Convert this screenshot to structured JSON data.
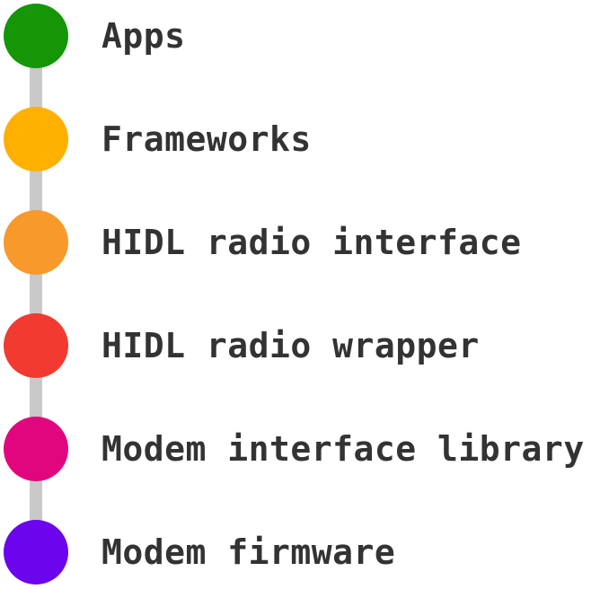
{
  "diagram": {
    "background_color": "#FFFFFF",
    "connector_color": "#C9C9C9",
    "text_color": "#333333"
  },
  "layers": [
    {
      "label": "Apps",
      "color": "#149606",
      "color_name": "green"
    },
    {
      "label": "Frameworks",
      "color": "#FFB000",
      "color_name": "amber"
    },
    {
      "label": "HIDL radio interface",
      "color": "#F8992B",
      "color_name": "orange"
    },
    {
      "label": "HIDL radio wrapper",
      "color": "#F13A30",
      "color_name": "red"
    },
    {
      "label": "Modem interface library",
      "color": "#E1067E",
      "color_name": "magenta"
    },
    {
      "label": "Modem firmware",
      "color": "#6A05EE",
      "color_name": "violet"
    }
  ]
}
